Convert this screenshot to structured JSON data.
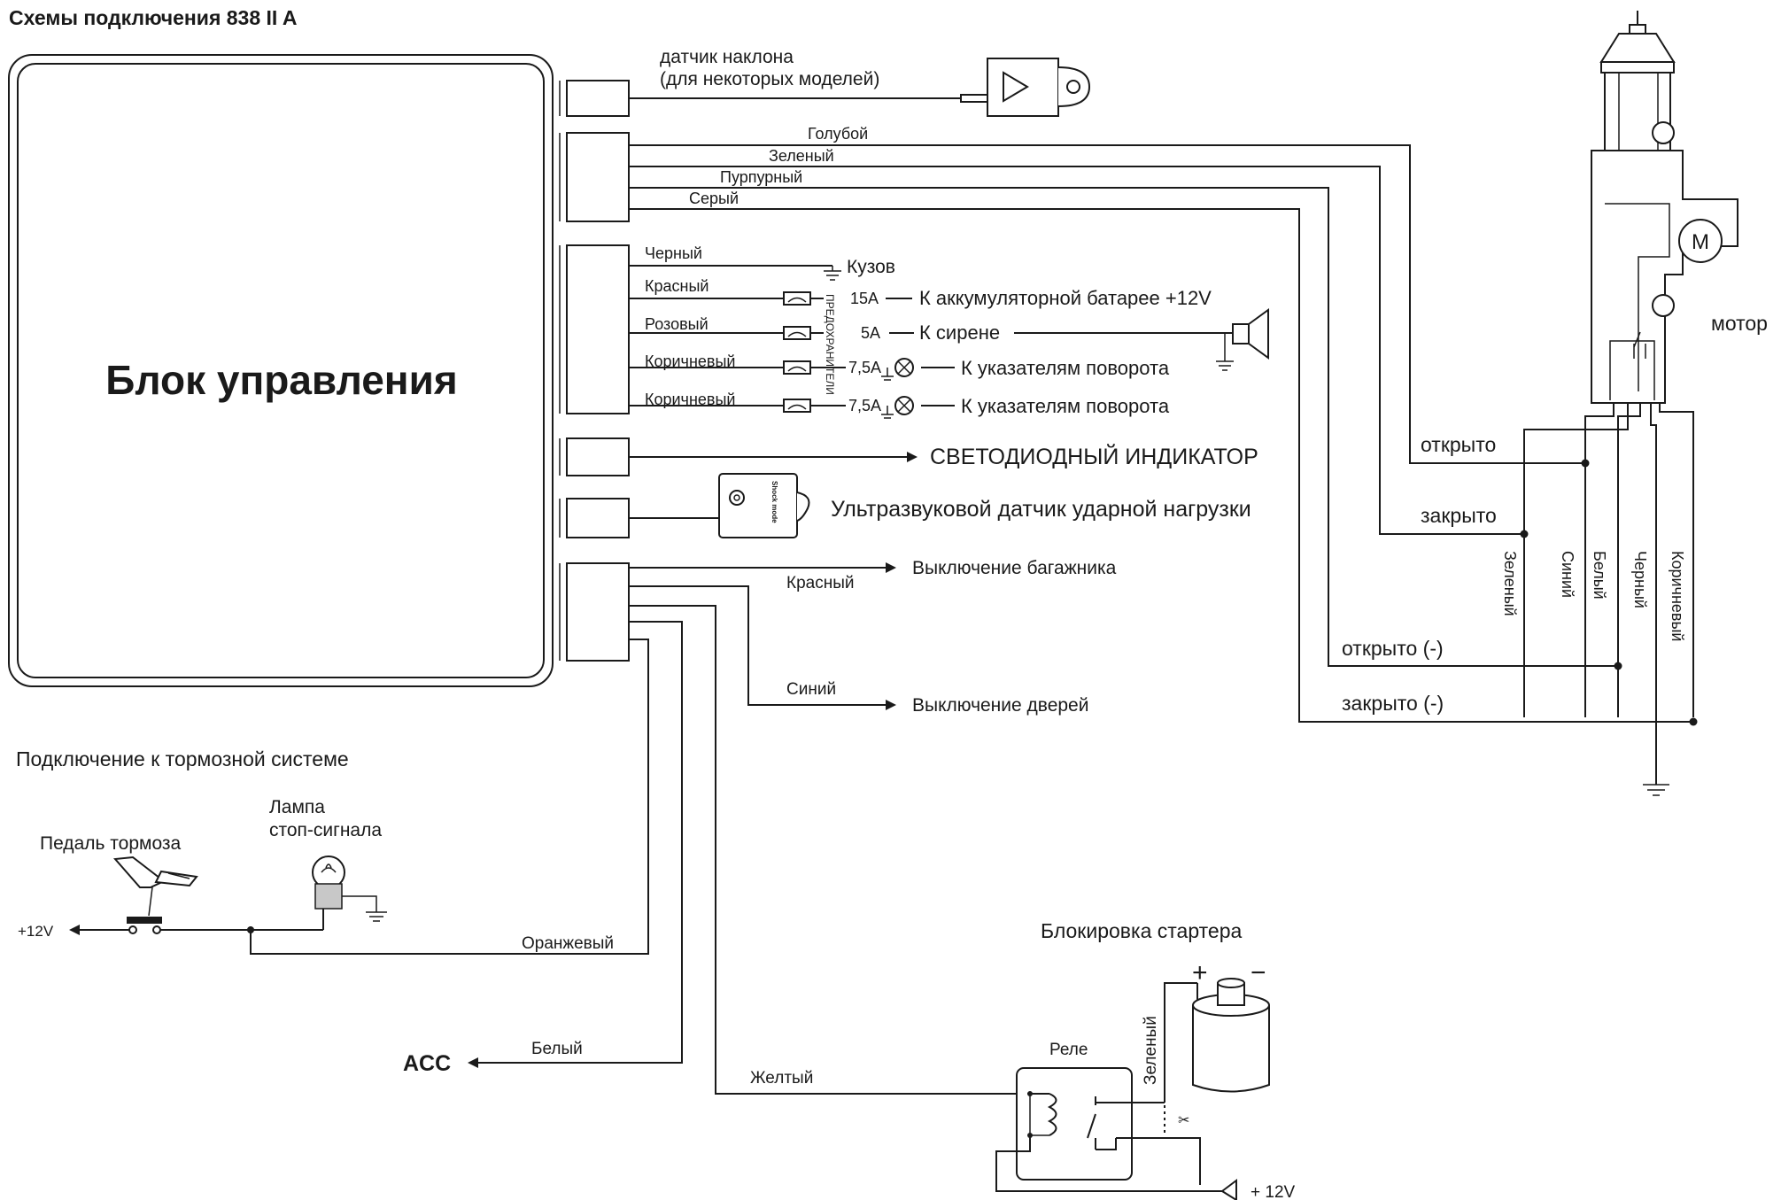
{
  "title": "Схемы подключения 838 II A",
  "control_unit": {
    "label": "Блок управления"
  },
  "tilt_sensor": {
    "line1": "датчик наклона",
    "line2": "(для некоторых моделей)"
  },
  "door_wires": [
    "Голубой",
    "Зеленый",
    "Пурпурный",
    "Серый"
  ],
  "power": {
    "wires": [
      "Черный",
      "Красный",
      "Розовый",
      "Коричневый",
      "Коричневый"
    ],
    "fuse_values": [
      "15A",
      "5A",
      "7,5A",
      "7,5A"
    ],
    "fuses_vertical": "ПРЕДОХРАНИТЕЛИ",
    "ground": "Кузов",
    "battery": "К аккумуляторной батарее +12V",
    "siren": "К сирене",
    "turn_1": "К указателям поворота",
    "turn_2": "К указателям поворота"
  },
  "led": "СВЕТОДИОДНЫЙ ИНДИКАТОР",
  "shock_sensor": "Ультразвуковой  датчик ударной нагрузки",
  "shock_sensor_brand": "Shock mode",
  "trunk": {
    "wire": "Красный",
    "label": "Выключение багажника"
  },
  "doors": {
    "wire": "Синий",
    "label": "Выключение дверей"
  },
  "brake": {
    "title": "Подключение к тормозной системе",
    "pedal": "Педаль тормоза",
    "lamp_line1": "Лампа",
    "lamp_line2": "стоп-сигнала",
    "plus12": "+12V",
    "wire": "Оранжевый"
  },
  "acc": {
    "label": "ACC",
    "wire": "Белый"
  },
  "starter": {
    "title": "Блокировка стартера",
    "wire": "Желтый",
    "relay": "Реле",
    "green": "Зеленый",
    "plus": "+",
    "minus": "−",
    "plus12": "+ 12V"
  },
  "actuator": {
    "motor": "мотор",
    "motor_symbol": "M",
    "open": "открыто",
    "closed": "закрыто",
    "open_neg": "открыто (-)",
    "closed_neg": "закрыто (-)",
    "wires": [
      "Зеленый",
      "Синий",
      "Белый",
      "Черный",
      "Коричневый"
    ]
  }
}
